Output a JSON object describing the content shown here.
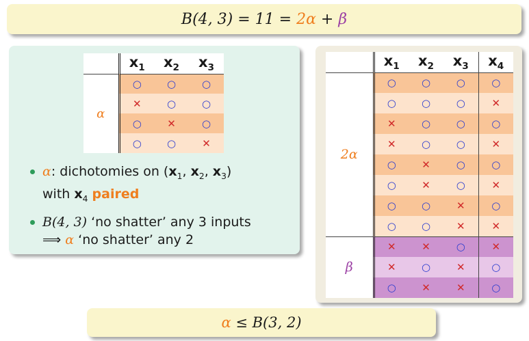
{
  "top_formula": {
    "lhs": "B(4, 3) = 11 = ",
    "alpha_term": "2α",
    "plus": " + ",
    "beta": "β"
  },
  "left_table": {
    "headers": [
      "x",
      "x",
      "x"
    ],
    "subscripts": [
      "1",
      "2",
      "3"
    ],
    "label": "α",
    "rows": [
      [
        "o",
        "o",
        "o"
      ],
      [
        "x",
        "o",
        "o"
      ],
      [
        "o",
        "x",
        "o"
      ],
      [
        "o",
        "o",
        "x"
      ]
    ]
  },
  "bullets": {
    "b1_alpha": "α",
    "b1_text": ": dichotomies on (",
    "b1_x": "x",
    "b1_s1": "1",
    "b1_comma1": ", ",
    "b1_s2": "2",
    "b1_comma2": ", ",
    "b1_s3": "3",
    "b1_close": ")",
    "b1_with": "with ",
    "b1_x4sub": "4",
    "b1_paired": "paired",
    "b2_b": "B(4, 3)",
    "b2_text": " ‘no shatter’ any 3 inputs",
    "b2_implies": "⟹ ",
    "b2_alpha": "α",
    "b2_text2": " ‘no shatter’ any 2"
  },
  "right_table": {
    "headers": [
      "x",
      "x",
      "x",
      "x"
    ],
    "subscripts": [
      "1",
      "2",
      "3",
      "4"
    ],
    "label_alpha": "2α",
    "label_beta": "β",
    "alpha_rows": [
      [
        "o",
        "o",
        "o",
        "o"
      ],
      [
        "o",
        "o",
        "o",
        "x"
      ],
      [
        "x",
        "o",
        "o",
        "o"
      ],
      [
        "x",
        "o",
        "o",
        "x"
      ],
      [
        "o",
        "x",
        "o",
        "o"
      ],
      [
        "o",
        "x",
        "o",
        "x"
      ],
      [
        "o",
        "o",
        "x",
        "o"
      ],
      [
        "o",
        "o",
        "x",
        "x"
      ]
    ],
    "beta_rows": [
      [
        "x",
        "x",
        "o",
        "x"
      ],
      [
        "x",
        "o",
        "x",
        "o"
      ],
      [
        "o",
        "x",
        "x",
        "o"
      ]
    ]
  },
  "bottom_formula": {
    "alpha": "α",
    "rest": " ≤ B(3, 2)"
  },
  "symbols": {
    "o": "○",
    "x": "✕"
  },
  "colors": {
    "accent_orange": "#ef7e1e",
    "accent_purple": "#9b3fa4",
    "circle_blue": "#2f3fcf",
    "cross_red": "#d02a2a"
  }
}
